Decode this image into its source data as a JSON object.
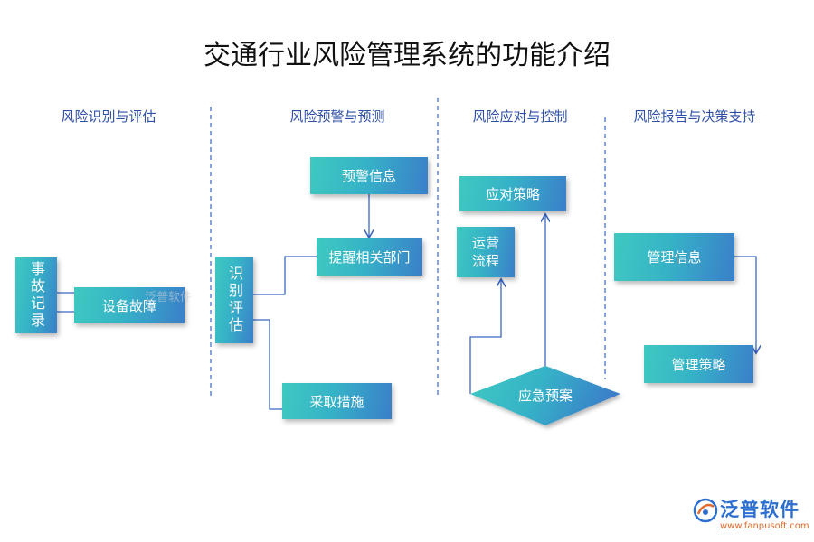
{
  "title": "交通行业风险管理系统的功能介绍",
  "sections": [
    {
      "label": "风险识别与评估"
    },
    {
      "label": "风险预警与预测"
    },
    {
      "label": "风险应对与控制"
    },
    {
      "label": "风险报告与决策支持"
    }
  ],
  "nodes": {
    "event_record": "事故记录",
    "equipment_failure": "设备故障",
    "identify_assess": "识别评估",
    "warning_info": "预警信息",
    "notify_departments": "提醒相关部门",
    "take_measures": "采取措施",
    "response_strategy": "应对策略",
    "operation_flow": "运营流程",
    "emergency_plan": "应急预案",
    "management_info": "管理信息",
    "management_strategy": "管理策略"
  },
  "colors": {
    "box_start": "#3ec9c0",
    "box_end": "#3a7fc9",
    "line": "#3b66c4",
    "divider": "#3b66c4"
  },
  "logo": {
    "name": "泛普软件",
    "url": "www.fanpusoft.com"
  },
  "watermark": "泛普软件"
}
